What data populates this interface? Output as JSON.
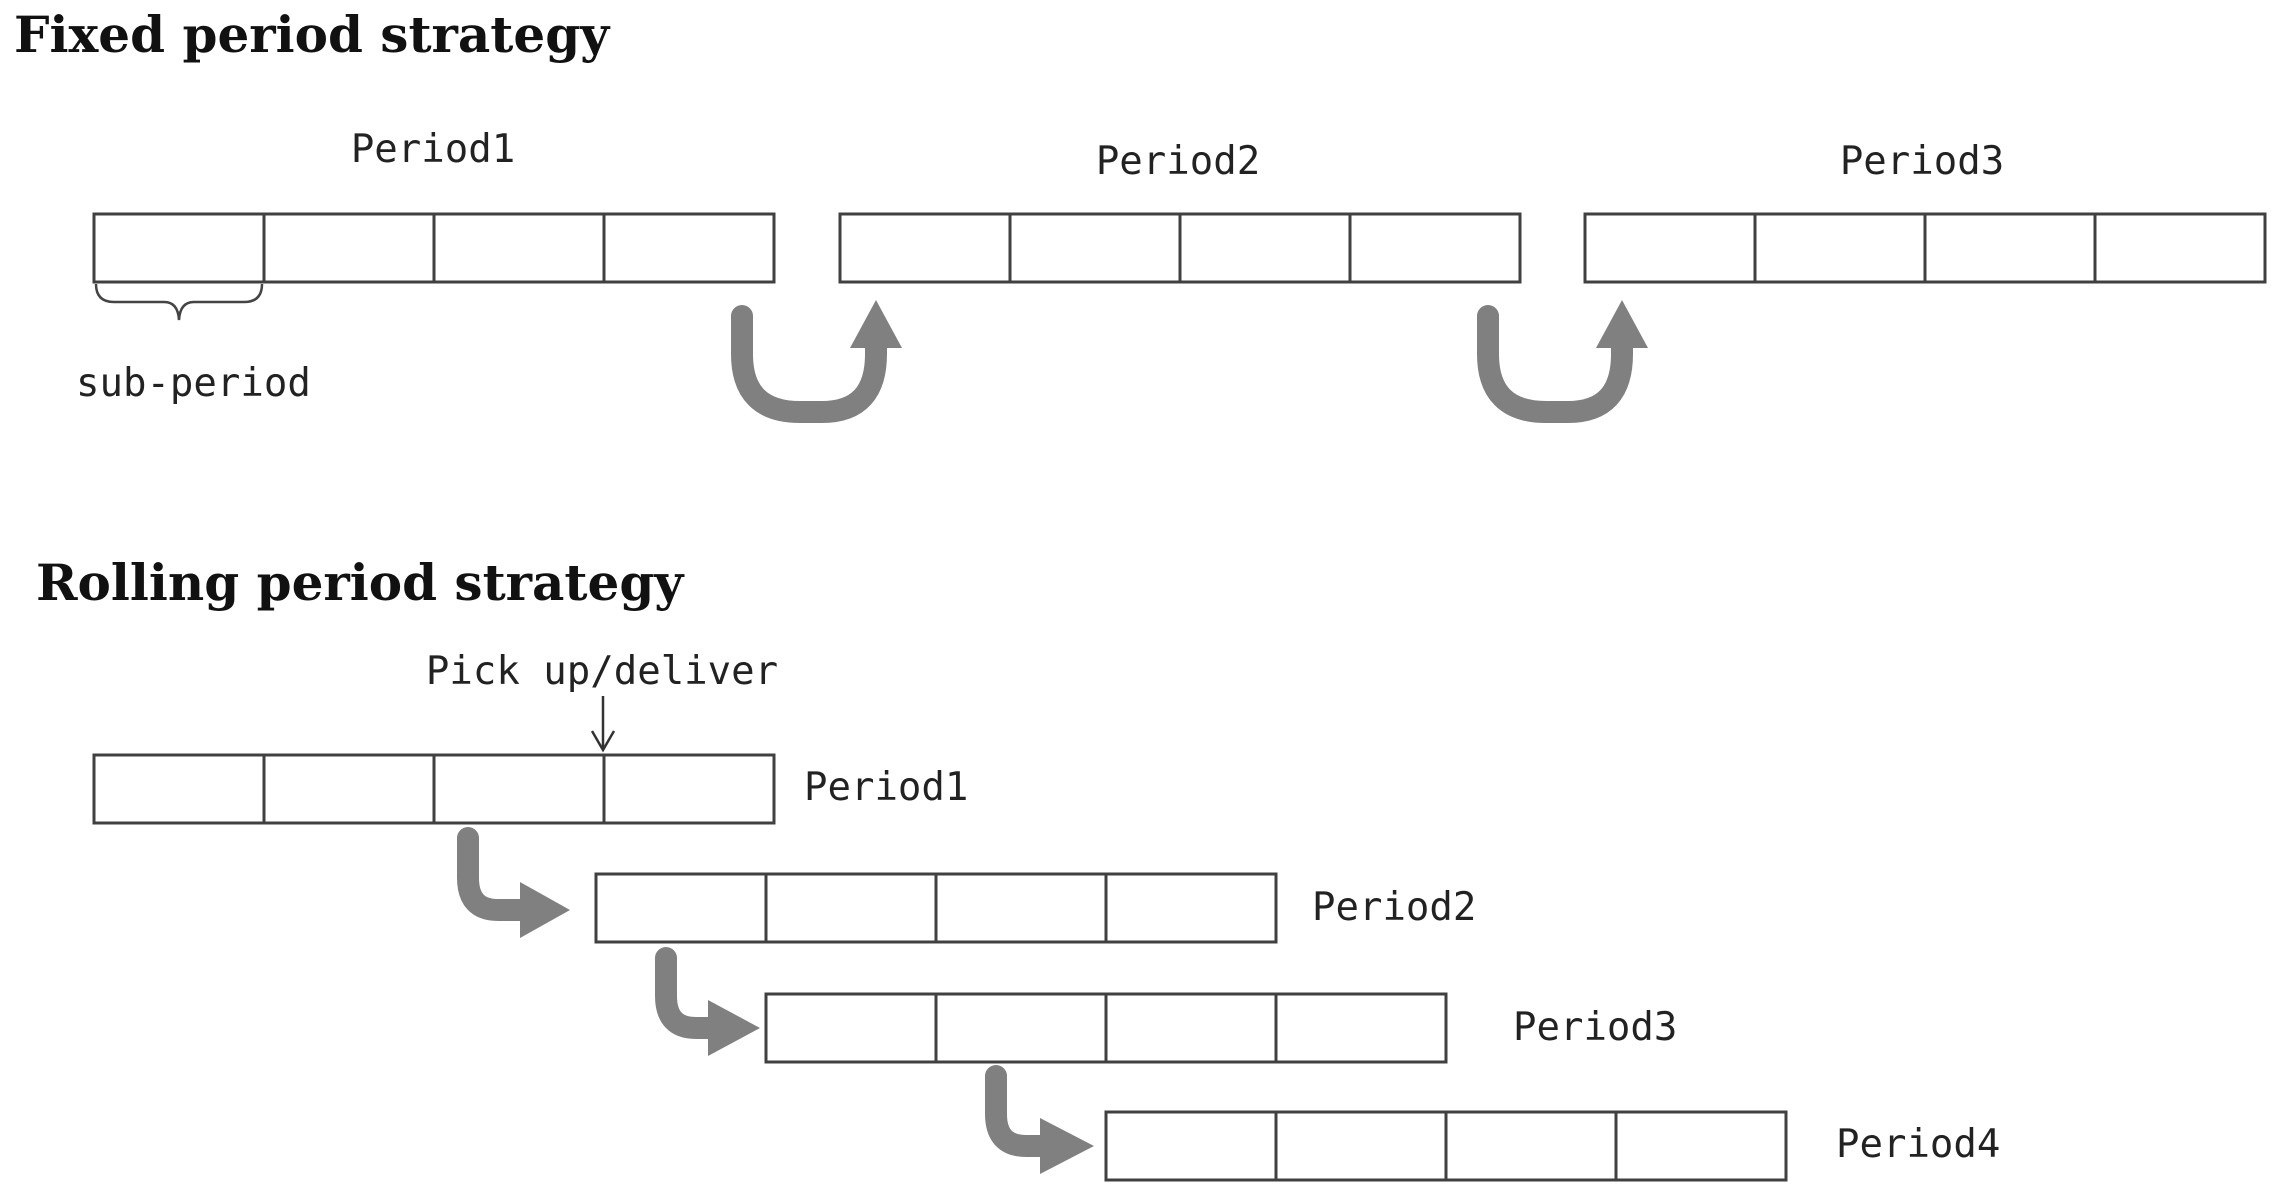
{
  "fixed_strategy": {
    "title": "Fixed period strategy",
    "sub_period_label": "sub-period",
    "periods": [
      {
        "label": "Period1",
        "cells": 4
      },
      {
        "label": "Period2",
        "cells": 4
      },
      {
        "label": "Period3",
        "cells": 4
      }
    ]
  },
  "rolling_strategy": {
    "title": "Rolling period strategy",
    "pickup_label": "Pick up/deliver",
    "periods": [
      {
        "label": "Period1",
        "cells": 4
      },
      {
        "label": "Period2",
        "cells": 4
      },
      {
        "label": "Period3",
        "cells": 4
      },
      {
        "label": "Period4",
        "cells": 4
      }
    ]
  },
  "colors": {
    "arrow": "#808080",
    "cell_border": "#404040",
    "background": "#ffffff"
  }
}
